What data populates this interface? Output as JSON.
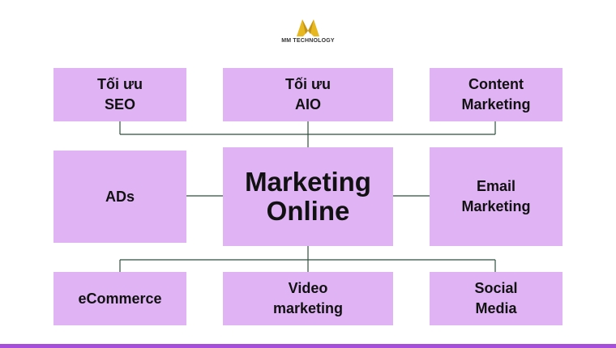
{
  "logo": {
    "text": "MM TECHNOLOGY",
    "mark_colors": [
      "#e8b820",
      "#c4941a"
    ]
  },
  "diagram": {
    "box_color": "#e0b3f5",
    "line_color": "#2f4f3f",
    "accent_bar_color": "#a64ddb",
    "center": {
      "label": "Marketing\nOnline"
    },
    "nodes": {
      "toi_uu_seo": "Tối ưu\nSEO",
      "toi_uu_aio": "Tối ưu\nAIO",
      "content_marketing": "Content\nMarketing",
      "ads": "ADs",
      "email_marketing": "Email\nMarketing",
      "ecommerce": "eCommerce",
      "video_marketing": "Video\nmarketing",
      "social_media": "Social\nMedia"
    }
  }
}
